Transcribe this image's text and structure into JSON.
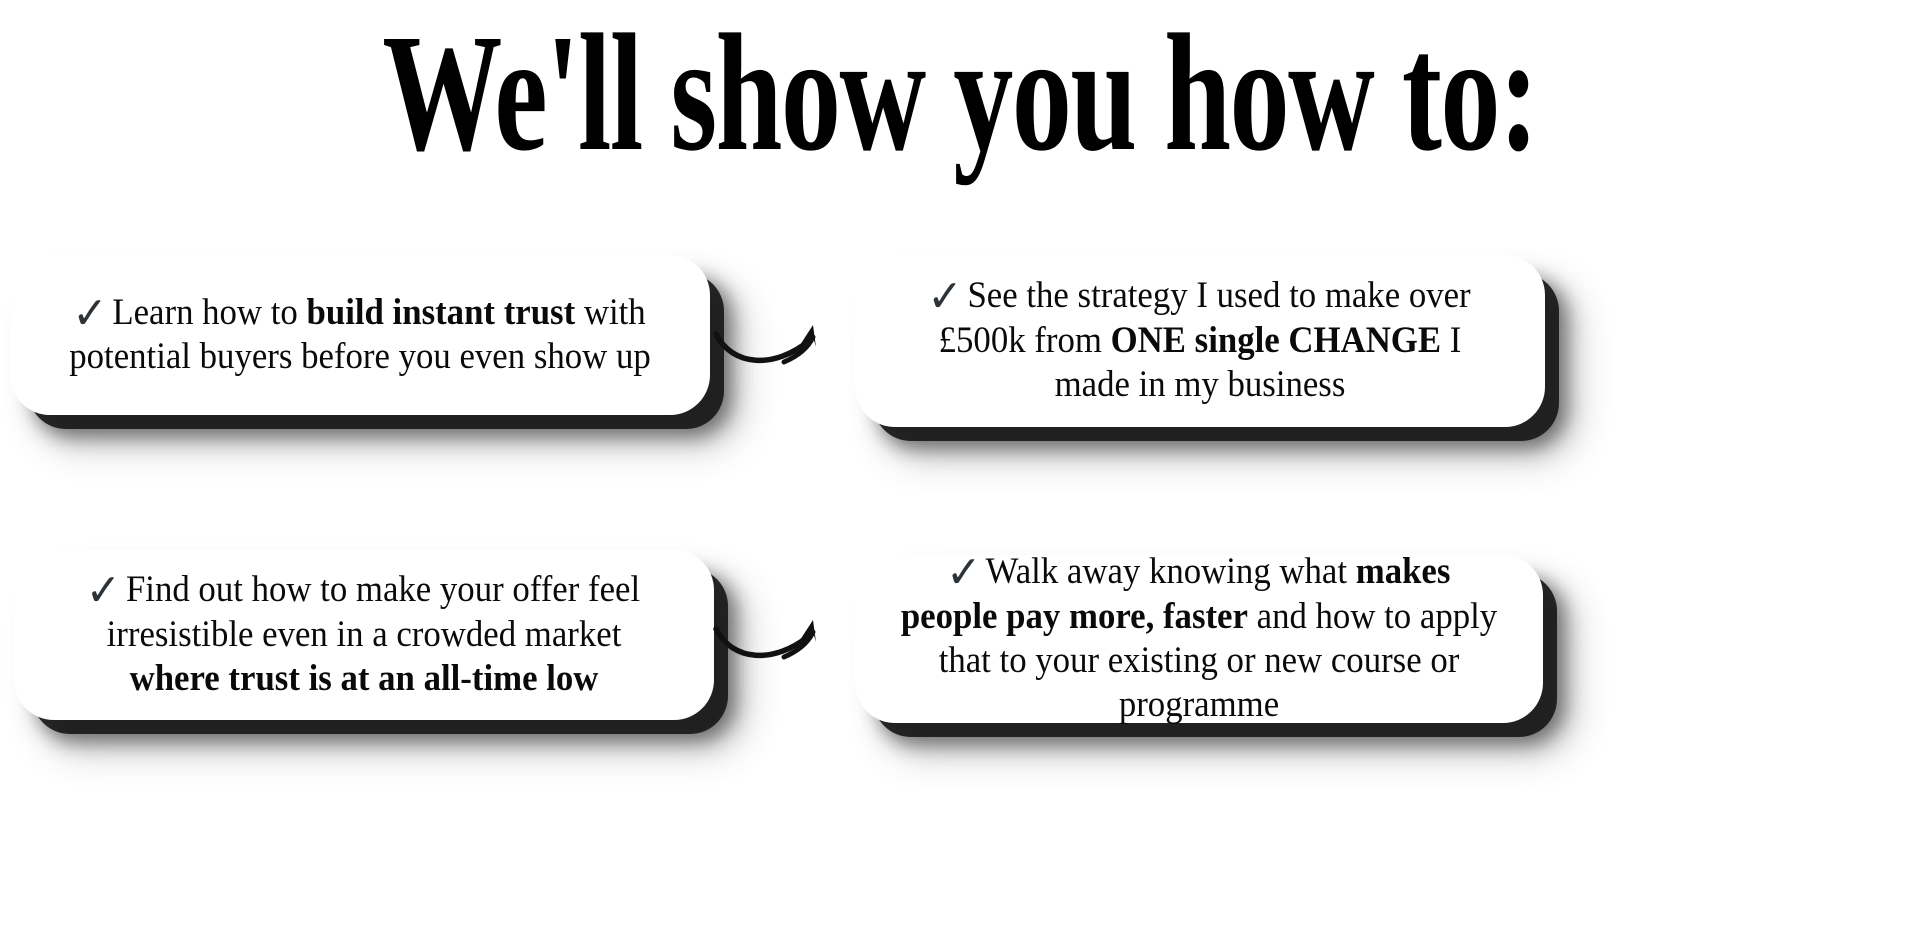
{
  "page": {
    "background_color": "#ffffff",
    "text_color": "#000000",
    "check_color": "#2e3338"
  },
  "headline": {
    "text": "We'll show you how to:"
  },
  "cards": [
    {
      "id": "card-1",
      "position": "top-left",
      "check_icon": "✓",
      "segments": [
        {
          "text": "Learn how to ",
          "bold": false
        },
        {
          "text": "build instant trust",
          "bold": true
        },
        {
          "text": " with potential buyers before you even show up",
          "bold": false
        }
      ],
      "plain_text": "Learn how to build instant trust with potential buyers before you even show up"
    },
    {
      "id": "card-2",
      "position": "top-right",
      "check_icon": "✓",
      "segments": [
        {
          "text": "See the strategy I used to make over £500k from ",
          "bold": false
        },
        {
          "text": "ONE single CHANGE",
          "bold": true
        },
        {
          "text": " I made in my business",
          "bold": false
        }
      ],
      "plain_text": "See the strategy I used to make over £500k from ONE single CHANGE I made in my business"
    },
    {
      "id": "card-3",
      "position": "bottom-left",
      "check_icon": "✓",
      "segments": [
        {
          "text": "Find out how to make your offer feel irresistible even in a crowded market ",
          "bold": false
        },
        {
          "text": "where trust is at an all-time low",
          "bold": true
        }
      ],
      "plain_text": "Find out how to make your offer feel irresistible even in a crowded market where trust is at an all-time low"
    },
    {
      "id": "card-4",
      "position": "bottom-right",
      "check_icon": "✓",
      "segments": [
        {
          "text": "Walk away knowing what ",
          "bold": false
        },
        {
          "text": "makes people pay more, faster",
          "bold": true
        },
        {
          "text": " and how to apply that to your existing or new course or programme",
          "bold": false
        }
      ],
      "plain_text": "Walk away knowing what makes people pay more, faster and how to apply that to your existing or new course or programme"
    }
  ],
  "arrows": [
    {
      "id": "arrow-1",
      "icon": "curved-arrow-right-icon",
      "direction": "up-right"
    },
    {
      "id": "arrow-2",
      "icon": "curved-arrow-right-icon",
      "direction": "up-right"
    }
  ]
}
